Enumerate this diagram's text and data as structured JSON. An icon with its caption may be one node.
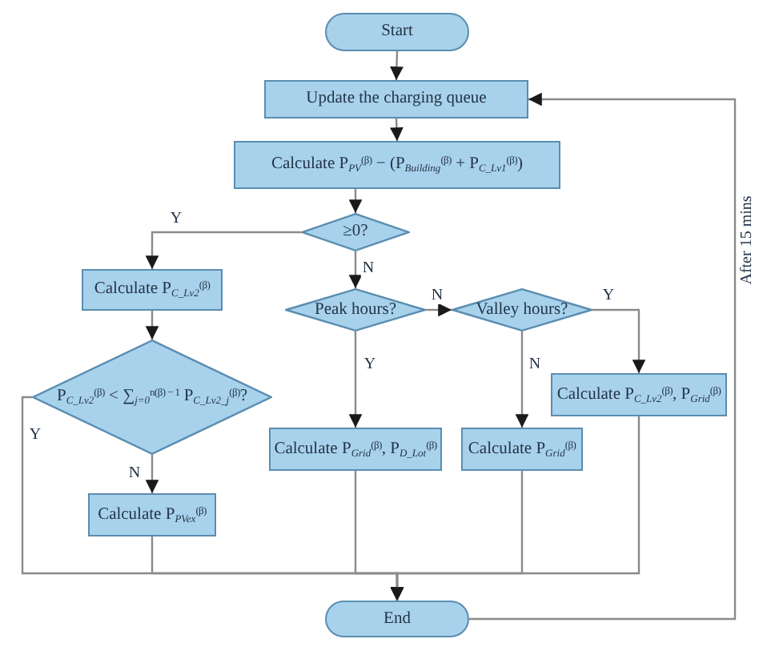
{
  "diagram": {
    "nodes": [
      {
        "text": [
          "Start"
        ]
      },
      {
        "text": [
          "Update the charging queue"
        ]
      },
      {
        "text": [
          "Calculate P$_{PV}$$^{(β)}$ − (P$_{Building}$$^{(β)}$ + P$_{C_Lv1}$$^{(β)}$)"
        ]
      },
      {
        "text": [
          "≥0?"
        ]
      },
      {
        "text": [
          "Calculate P$_{C_Lv2}$$^{(β)}$"
        ]
      },
      {
        "text": [
          "P$_{C_Lv2}$$^{(β)}$ < ∑$_{j=0}$$^{n(β) − 1}$ P$_{C_Lv2_j}$$^{(β)}$?"
        ]
      },
      {
        "text": [
          "Calculate P$_{PVex}$$^{(β)}$"
        ]
      },
      {
        "text": [
          "Peak hours?"
        ]
      },
      {
        "text": [
          "Valley hours?"
        ]
      },
      {
        "text": [
          "Calculate P$_{C_Lv2}$$^{(β)}$, P$_{Grid}$$^{(β)}$"
        ]
      },
      {
        "text": [
          "Calculate P$_{Grid}$$^{(β)}$, P$_{D_Lot}$$^{(β)}$"
        ]
      },
      {
        "text": [
          "Calculate P$_{Grid}$$^{(β)}$"
        ]
      },
      {
        "text": [
          "End"
        ]
      }
    ],
    "edges": [
      {
        "from": 0,
        "to": 1,
        "arrow": "to"
      },
      {
        "from": 1,
        "to": 2,
        "arrow": "to"
      },
      {
        "from": 2,
        "to": 3,
        "arrow": "to"
      },
      {
        "from": 3,
        "to": 4,
        "arrow": "to",
        "label": "Y"
      },
      {
        "from": 3,
        "to": 7,
        "arrow": "to",
        "label": "N"
      },
      {
        "from": 4,
        "to": 5,
        "arrow": "to"
      },
      {
        "from": 5,
        "to": 6,
        "arrow": "to",
        "label": "N"
      },
      {
        "from": 5,
        "to": 12,
        "arrow": "to",
        "label": "Y"
      },
      {
        "from": 6,
        "to": 12,
        "arrow": "to"
      },
      {
        "from": 7,
        "to": 8,
        "arrow": "to",
        "label": "N"
      },
      {
        "from": 7,
        "to": 10,
        "arrow": "to",
        "label": "Y"
      },
      {
        "from": 8,
        "to": 9,
        "arrow": "to",
        "label": "Y"
      },
      {
        "from": 8,
        "to": 11,
        "arrow": "to",
        "label": "N"
      },
      {
        "from": 10,
        "to": 12,
        "arrow": "to"
      },
      {
        "from": 11,
        "to": 12,
        "arrow": "to"
      },
      {
        "from": 9,
        "to": 12,
        "arrow": "to"
      },
      {
        "from": 12,
        "to": 1,
        "arrow": "to",
        "label": "After 15 mins"
      }
    ]
  }
}
